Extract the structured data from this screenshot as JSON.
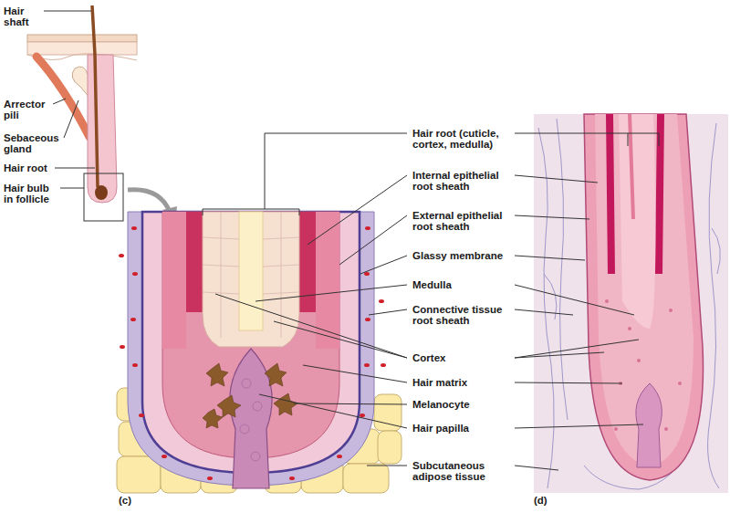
{
  "diagram": {
    "labels": [
      "Hair shaft",
      "Arrector pili",
      "Sebaceous gland",
      "Hair root",
      "Hair bulb in follicle",
      "Hair root (cuticle, cortex, medulla)",
      "Internal epithelial root sheath",
      "External epithelial root sheath",
      "Glassy membrane",
      "Medulla",
      "Connective tissue root sheath",
      "Cortex",
      "Hair matrix",
      "Melanocyte",
      "Hair papilla",
      "Subcutaneous adipose tissue",
      "(c)",
      "(d)"
    ]
  }
}
